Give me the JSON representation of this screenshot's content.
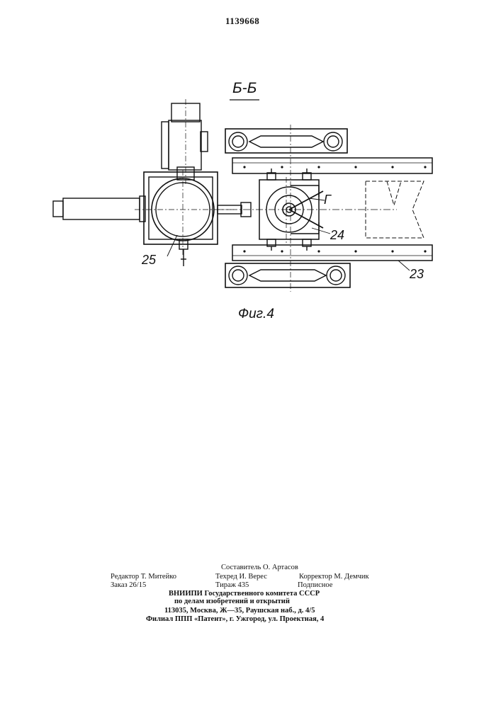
{
  "header": {
    "patent_number": "1139668"
  },
  "figure": {
    "section_label": "Б-Б",
    "caption": "Фиг.4",
    "refs": {
      "r25": "25",
      "r23": "23",
      "r24": "24",
      "r_g": "Г"
    }
  },
  "colophon": {
    "compiler": "Составитель О. Артасов",
    "editor": "Редактор Т. Митейко",
    "techred": "Техред И. Верес",
    "corrector": "Корректор М. Демчик",
    "order": "Заказ 26/15",
    "circulation": "Тираж 435",
    "subscription": "Подписное",
    "org_line1": "ВНИИПИ Государственного комитета СССР",
    "org_line2": "по делам изобретений и открытий",
    "address": "113035, Москва, Ж—35, Раушская наб., д. 4/5",
    "branch": "Филиал ППП «Патент», г. Ужгород, ул. Проектная, 4"
  }
}
